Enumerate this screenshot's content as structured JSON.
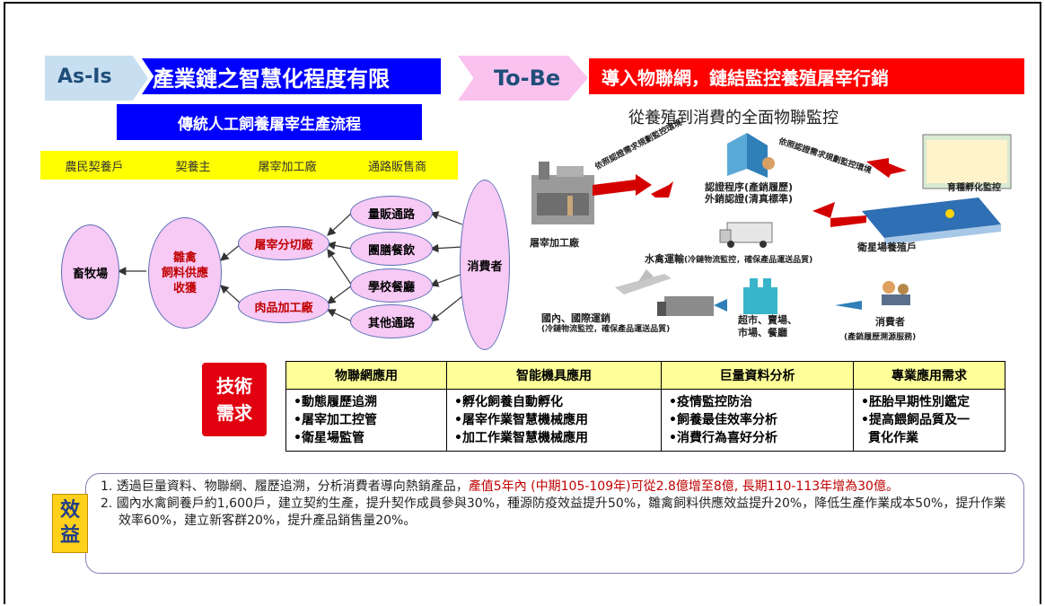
{
  "header": {
    "asis_label": "As-Is",
    "asis_title": "產業鏈之智慧化程度有限",
    "asis_subtitle": "傳統人工飼養屠宰生產流程",
    "tobe_label": "To-Be",
    "tobe_title": "導入物聯網，鏈結監控養殖屠宰行銷",
    "tobe_subtitle": "從養殖到消費的全面物聯監控"
  },
  "categories": [
    "農民契養戶",
    "契養主",
    "屠宰加工廠",
    "通路販售商"
  ],
  "asis_flow": {
    "farm": "畜牧場",
    "supplier": [
      "雛禽",
      "飼料供應",
      "收獲"
    ],
    "slaughter_split": "屠宰分切廠",
    "meat_processing": "肉品加工廠",
    "channels": [
      "量販通路",
      "團膳餐飲",
      "學校餐廳",
      "其他通路"
    ],
    "consumer": "消費者"
  },
  "tobe_flow": {
    "certification": [
      "認證程序(產銷履歷)",
      "外銷認證(清真標準)"
    ],
    "supervise_left": "依照認證需求規劃監控環境",
    "supervise_right": "依照認證需求規劃監控環境",
    "slaughterhouse": "屠宰加工廠",
    "hatchery": "育種孵化監控",
    "satellite_farm": "衛星場養殖戶",
    "transport": "水禽運輸",
    "transport_note": "(冷鏈物流監控，確保產品運送品質)",
    "sales_shipping": "國內、國際運銷",
    "sales_note": "(冷鏈物流監控，確保產品運送品質)",
    "retail": [
      "超市、賣場、",
      "市場、餐廳"
    ],
    "consumer": "消費者",
    "consumer_note": "(產銷履歷溯源服務)"
  },
  "tech": {
    "badge": [
      "技術",
      "需求"
    ],
    "columns": [
      {
        "header": "物聯網應用",
        "items": [
          "•動態履歷追溯",
          "•屠宰加工控管",
          "•衛星場監管"
        ]
      },
      {
        "header": "智能機具應用",
        "items": [
          "•孵化飼養自動孵化",
          "•屠宰作業智慧機械應用",
          "•加工作業智慧機械應用"
        ]
      },
      {
        "header": "巨量資料分析",
        "items": [
          "•疫情監控防治",
          "•飼養最佳效率分析",
          "•消費行為喜好分析"
        ]
      },
      {
        "header": "專業應用需求",
        "items": [
          "•胚胎早期性別鑑定",
          "•提高餵飼品質及一",
          "  貫化作業"
        ]
      }
    ]
  },
  "benefit": {
    "badge": [
      "效",
      "益"
    ],
    "item1_plain": "1. 透過巨量資料、物聯網、履歷追溯，分析消費者導向熱銷產品，",
    "item1_red": "產值5年內 (中期105-109年)可從2.8億增至8億, 長期110-113年增為30億。",
    "item2": "2. 國內水禽飼養戶約1,600戶，建立契約生產，提升契作成員參與30%，種源防疫效益提升50%，雛禽飼料供應效益提升20%，降低生產作業成本50%，提升作業效率60%，建立新客群20%，提升產品銷售量20%。"
  },
  "colors": {
    "blue": "#0000ff",
    "red": "#ff0000",
    "yellow": "#ffff00",
    "pink": "#f7c9f5"
  }
}
